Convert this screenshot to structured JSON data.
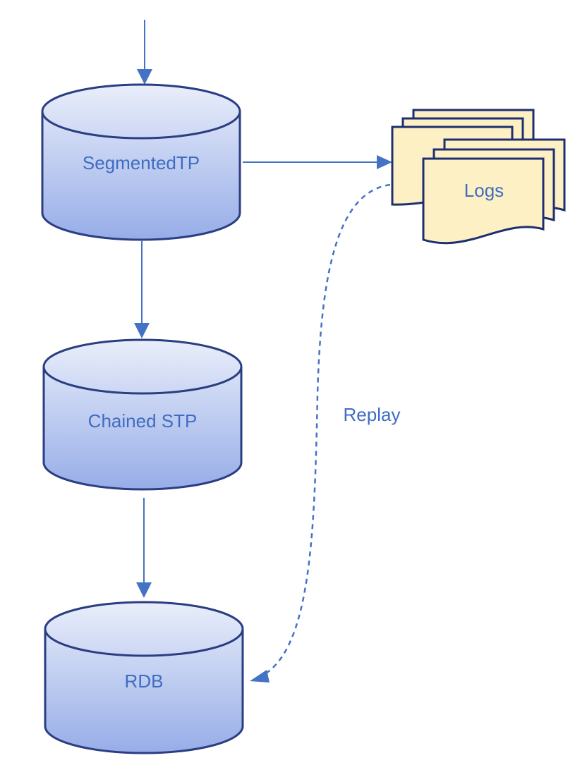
{
  "diagram": {
    "nodes": {
      "segmented_tp": {
        "label": "SegmentedTP",
        "shape": "cylinder-icon"
      },
      "chained_stp": {
        "label": "Chained STP",
        "shape": "cylinder-icon"
      },
      "rdb": {
        "label": "RDB",
        "shape": "cylinder-icon"
      },
      "logs": {
        "label": "Logs",
        "shape": "multi-document-icon"
      }
    },
    "edges": {
      "replay": {
        "label": "Replay",
        "style": "dashed"
      }
    },
    "colors": {
      "stroke": "#2b3e82",
      "arrow": "#4472c4",
      "cylinder_top": "#e7ecf9",
      "cylinder_bottom": "#98aee8",
      "document_fill": "#fdf0c4",
      "label": "#3f6cc2"
    }
  }
}
